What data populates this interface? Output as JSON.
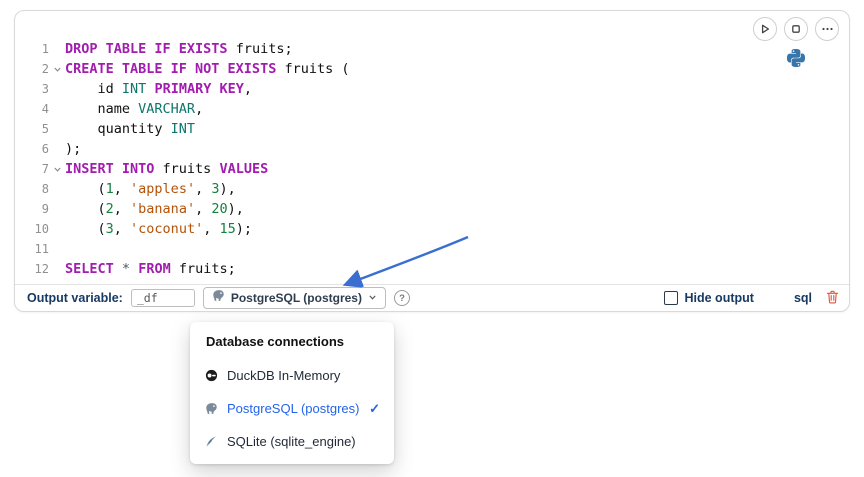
{
  "colors": {
    "keyword": "#a21caf",
    "type": "#0f766e",
    "string": "#b45309",
    "number": "#15803d",
    "plain": "#111111",
    "operator": "#4b5563",
    "line_number": "#909090",
    "accent": "#2563eb",
    "arrow": "#3a6fd0",
    "trash": "#e0543c",
    "label": "#173a64"
  },
  "cell": {
    "actions": {
      "run": "play-icon",
      "stop": "stop-icon",
      "more": "ellipsis-icon"
    },
    "language_icon": "python-icon"
  },
  "editor": {
    "lines": [
      {
        "no": "1",
        "fold": false,
        "tokens": [
          [
            "kw",
            "DROP TABLE IF EXISTS"
          ],
          [
            "pl",
            " fruits;"
          ]
        ]
      },
      {
        "no": "2",
        "fold": true,
        "tokens": [
          [
            "kw",
            "CREATE TABLE IF NOT EXISTS"
          ],
          [
            "pl",
            " fruits ("
          ]
        ]
      },
      {
        "no": "3",
        "fold": false,
        "tokens": [
          [
            "pl",
            "    id "
          ],
          [
            "ty",
            "INT"
          ],
          [
            "pl",
            " "
          ],
          [
            "kw",
            "PRIMARY KEY"
          ],
          [
            "pl",
            ","
          ]
        ]
      },
      {
        "no": "4",
        "fold": false,
        "tokens": [
          [
            "pl",
            "    name "
          ],
          [
            "ty",
            "VARCHAR"
          ],
          [
            "pl",
            ","
          ]
        ]
      },
      {
        "no": "5",
        "fold": false,
        "tokens": [
          [
            "pl",
            "    quantity "
          ],
          [
            "ty",
            "INT"
          ]
        ]
      },
      {
        "no": "6",
        "fold": false,
        "tokens": [
          [
            "pl",
            ");"
          ]
        ]
      },
      {
        "no": "7",
        "fold": true,
        "tokens": [
          [
            "kw",
            "INSERT INTO"
          ],
          [
            "pl",
            " fruits "
          ],
          [
            "kw",
            "VALUES"
          ]
        ]
      },
      {
        "no": "8",
        "fold": false,
        "tokens": [
          [
            "pl",
            "    ("
          ],
          [
            "num",
            "1"
          ],
          [
            "pl",
            ", "
          ],
          [
            "str",
            "'apples'"
          ],
          [
            "pl",
            ", "
          ],
          [
            "num",
            "3"
          ],
          [
            "pl",
            "),"
          ]
        ]
      },
      {
        "no": "9",
        "fold": false,
        "tokens": [
          [
            "pl",
            "    ("
          ],
          [
            "num",
            "2"
          ],
          [
            "pl",
            ", "
          ],
          [
            "str",
            "'banana'"
          ],
          [
            "pl",
            ", "
          ],
          [
            "num",
            "20"
          ],
          [
            "pl",
            "),"
          ]
        ]
      },
      {
        "no": "10",
        "fold": false,
        "tokens": [
          [
            "pl",
            "    ("
          ],
          [
            "num",
            "3"
          ],
          [
            "pl",
            ", "
          ],
          [
            "str",
            "'coconut'"
          ],
          [
            "pl",
            ", "
          ],
          [
            "num",
            "15"
          ],
          [
            "pl",
            ");"
          ]
        ]
      },
      {
        "no": "11",
        "fold": false,
        "tokens": []
      },
      {
        "no": "12",
        "fold": false,
        "tokens": [
          [
            "kw",
            "SELECT"
          ],
          [
            "pl",
            " "
          ],
          [
            "op",
            "*"
          ],
          [
            "pl",
            " "
          ],
          [
            "kw",
            "FROM"
          ],
          [
            "pl",
            " fruits;"
          ]
        ]
      }
    ]
  },
  "footer": {
    "output_variable_label": "Output variable:",
    "output_variable_value": "_df",
    "connection_label": "PostgreSQL (postgres)",
    "connection_icon": "postgresql-icon",
    "help_glyph": "?",
    "hide_output_label": "Hide output",
    "language_badge": "sql",
    "delete_icon": "trash-icon"
  },
  "dropdown": {
    "header": "Database connections",
    "check_glyph": "✓",
    "items": [
      {
        "label": "DuckDB In-Memory",
        "icon": "duckdb-icon",
        "selected": false
      },
      {
        "label": "PostgreSQL (postgres)",
        "icon": "postgresql-icon",
        "selected": true
      },
      {
        "label": "SQLite (sqlite_engine)",
        "icon": "sqlite-icon",
        "selected": false
      }
    ]
  }
}
